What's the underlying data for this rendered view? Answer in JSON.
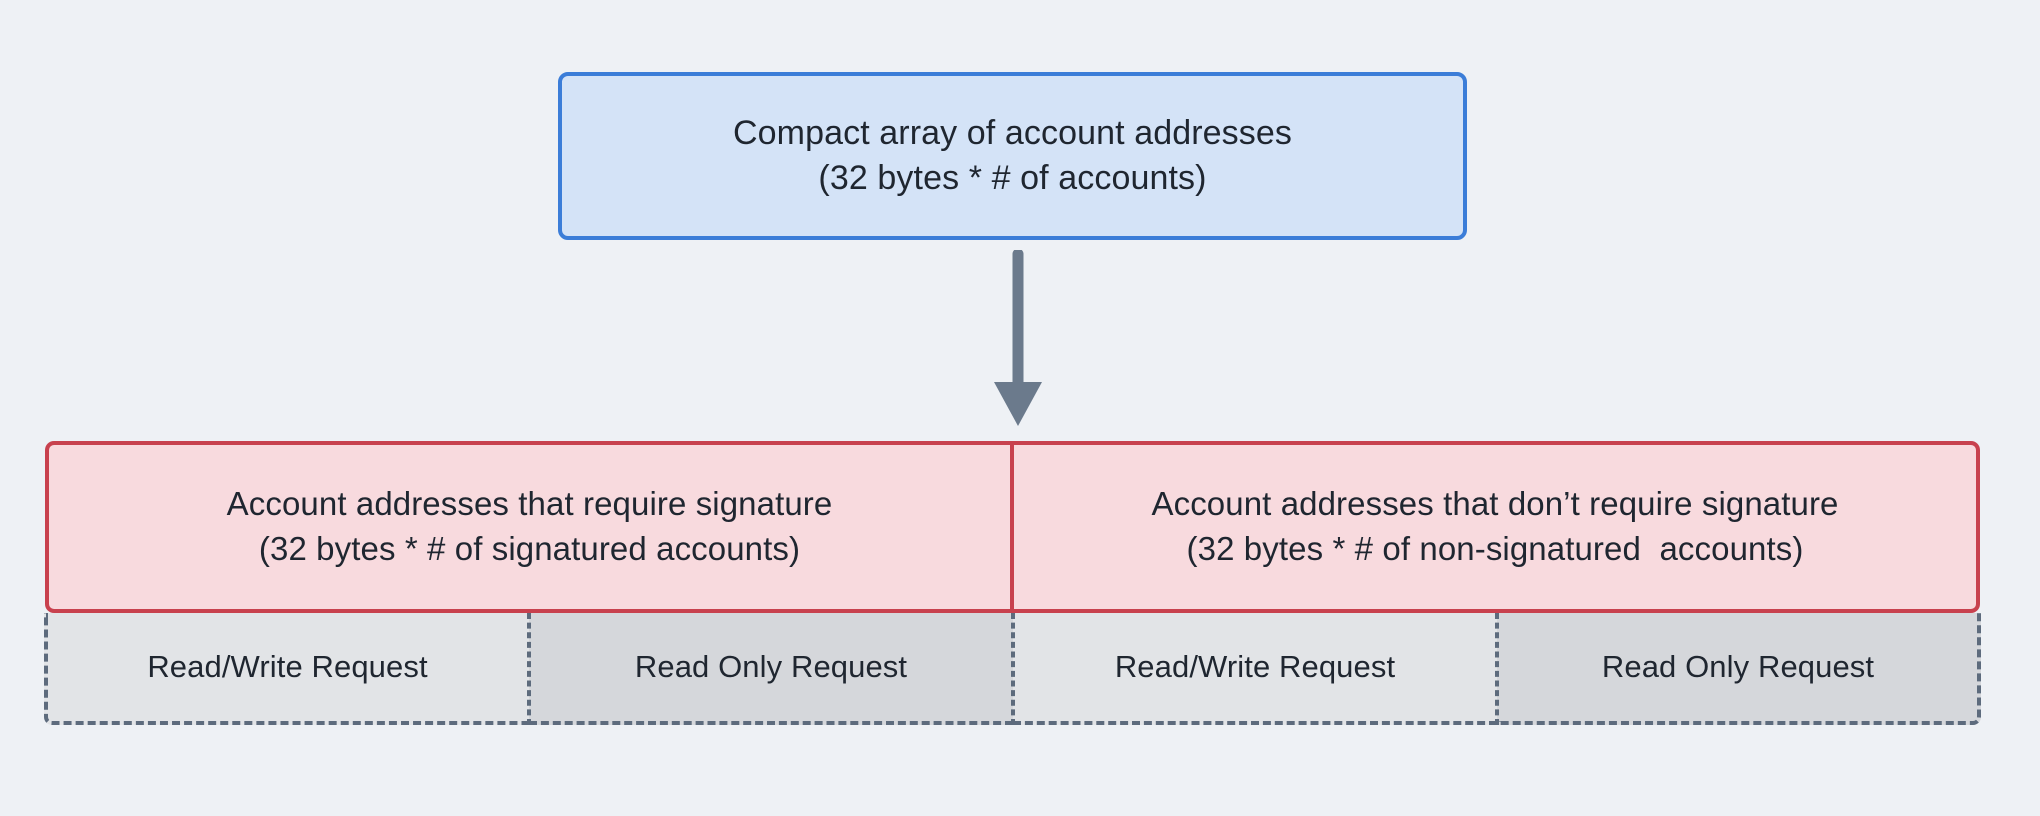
{
  "diagram": {
    "background_color": "#eef1f5",
    "top_node": {
      "line1": "Compact array of account addresses",
      "line2": "(32 bytes * # of accounts)",
      "fill": "#d4e3f7",
      "stroke": "#3b7dd8"
    },
    "connector": {
      "icon": "down-arrow",
      "color": "#6b7a8c"
    },
    "signature_groups": [
      {
        "line1": "Account addresses that require signature",
        "line2": "(32 bytes * # of signatured accounts)",
        "fill": "#f8dade",
        "stroke": "#c8414e"
      },
      {
        "line1": "Account addresses that don’t require signature",
        "line2": "(32 bytes * # of non-signatured  accounts)",
        "fill": "#f8dade",
        "stroke": "#c8414e"
      }
    ],
    "request_cells": [
      {
        "label": "Read/Write Request",
        "fill": "#e2e4e7"
      },
      {
        "label": "Read Only Request",
        "fill": "#d5d7db"
      },
      {
        "label": "Read/Write Request",
        "fill": "#e2e4e7"
      },
      {
        "label": "Read Only Request",
        "fill": "#d5d7db"
      }
    ],
    "dashed_border_color": "#5d6b7d"
  }
}
